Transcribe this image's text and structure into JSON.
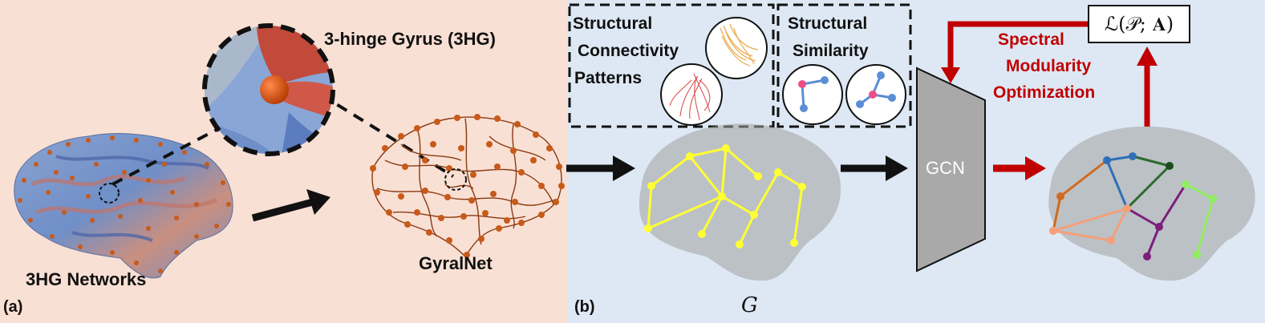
{
  "panel_a": {
    "tag": "(a)",
    "hinge_label": "3-hinge Gyrus (3HG)",
    "networks_label": "3HG Networks",
    "gyralnet_label": "GyralNet"
  },
  "panel_b": {
    "tag": "(b)",
    "connectivity_label": [
      "Structural",
      "Connectivity",
      "Patterns"
    ],
    "similarity_label": [
      "Structural",
      "Similarity"
    ],
    "graph_symbol": "G",
    "gcn_label": "GCN",
    "optimization_label": [
      "Spectral",
      "Modularity",
      "Optimization"
    ],
    "loss_label": "ℒ(𝒫; 𝐀)"
  },
  "colors": {
    "panel_a_bg": "#f9e0d4",
    "panel_b_bg": "#dde8f4",
    "accent_red": "#c00000",
    "graph_yellow": "#ffff33",
    "gcn_gray": "#a9a9a9",
    "node_orange": "#c85a1a"
  }
}
